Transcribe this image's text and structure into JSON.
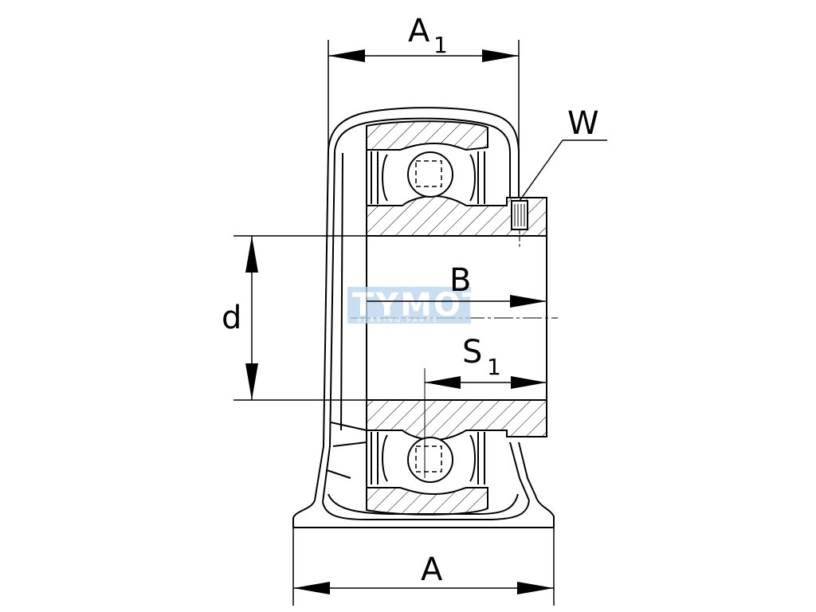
{
  "labels": {
    "A1_main": "A",
    "A1_sub": "1",
    "W": "W",
    "B": "B",
    "S1_main": "S",
    "S1_sub": "1",
    "d": "d",
    "A": "A"
  },
  "watermark": {
    "text": "TYMOTY",
    "subtext": "BEARING PARTS"
  },
  "colors": {
    "line": "#000000",
    "background": "#ffffff",
    "watermark": "#b8d4ec"
  }
}
